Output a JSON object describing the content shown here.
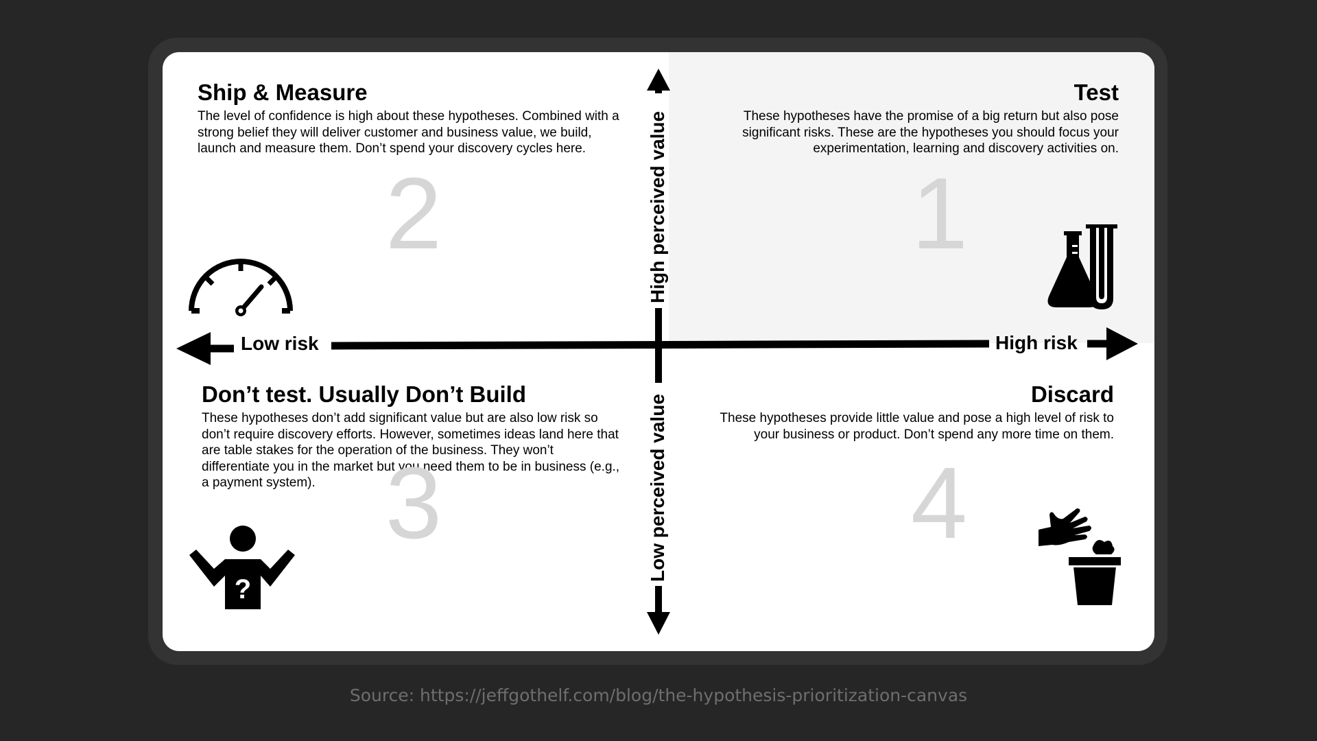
{
  "quadrants": {
    "top_left": {
      "title": "Ship & Measure",
      "description": "The level of confidence is high about these hypotheses. Combined with a strong belief they will deliver customer and business value, we build, launch and measure them. Don’t spend your discovery cycles here.",
      "number": "2",
      "icon": "speedometer-icon"
    },
    "top_right": {
      "title": "Test",
      "description": "These hypotheses have the promise of a big return but also pose significant risks. These are the hypotheses you should focus your experimentation, learning and discovery activities on.",
      "number": "1",
      "icon": "lab-flask-icon"
    },
    "bottom_left": {
      "title": "Don’t test. Usually Don’t Build",
      "description": "These hypotheses don’t add significant value but are also low risk so don’t require discovery efforts. However, sometimes ideas land here that are table stakes for the operation of the business. They won’t differentiate you in the market but you need them to be in business (e.g., a payment system).",
      "number": "3",
      "icon": "confused-person-icon"
    },
    "bottom_right": {
      "title": "Discard",
      "description": "These hypotheses provide little value and pose a high level of risk to your business or product. Don’t spend any more time on them.",
      "number": "4",
      "icon": "trash-discard-icon"
    }
  },
  "axes": {
    "low_risk": "Low risk",
    "high_risk": "High risk",
    "high_value": "High perceived value",
    "low_value": "Low perceived value"
  },
  "source": "Source: https://jeffgothelf.com/blog/the-hypothesis-prioritization-canvas",
  "colors": {
    "background": "#262626",
    "frame": "#333333",
    "card": "#ffffff",
    "shade": "#f4f4f4",
    "number": "#d6d6d6",
    "source": "#6e6e6e"
  }
}
